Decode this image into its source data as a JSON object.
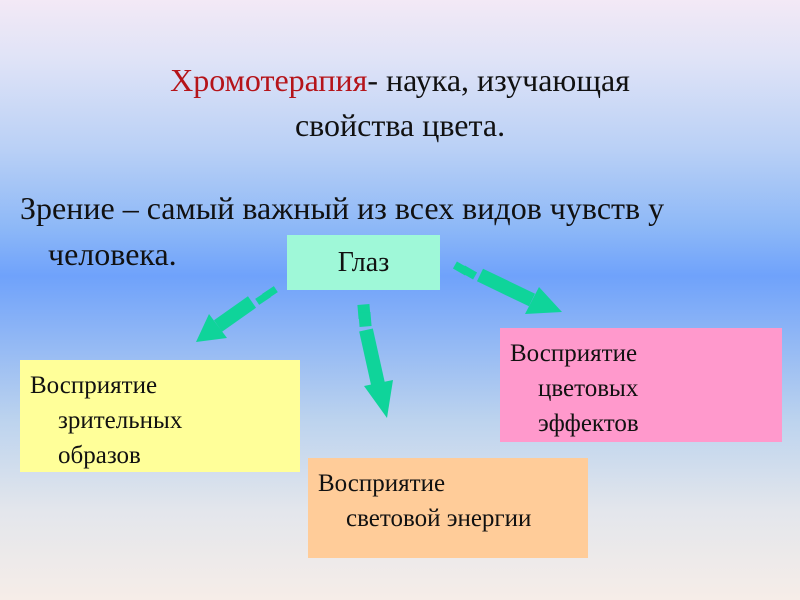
{
  "title": {
    "accent": "Хромотерапия",
    "rest_line1": "- наука, изучающая",
    "line2": "свойства цвета."
  },
  "subtitle": {
    "line1": "Зрение – самый важный из всех видов чувств у",
    "line2": "человека."
  },
  "diagram": {
    "center": "Глаз",
    "visual": [
      "Восприятие",
      "зрительных",
      "образов"
    ],
    "color": [
      "Восприятие",
      "цветовых",
      "эффектов"
    ],
    "light": [
      "Восприятие",
      "световой энергии"
    ]
  },
  "colors": {
    "arrow": "#0fd49a",
    "title_accent": "#b5141a",
    "center_box": "#9ff8d8",
    "visual_box": "#ffff99",
    "color_box": "#ff99cc",
    "light_box": "#ffcc99"
  }
}
